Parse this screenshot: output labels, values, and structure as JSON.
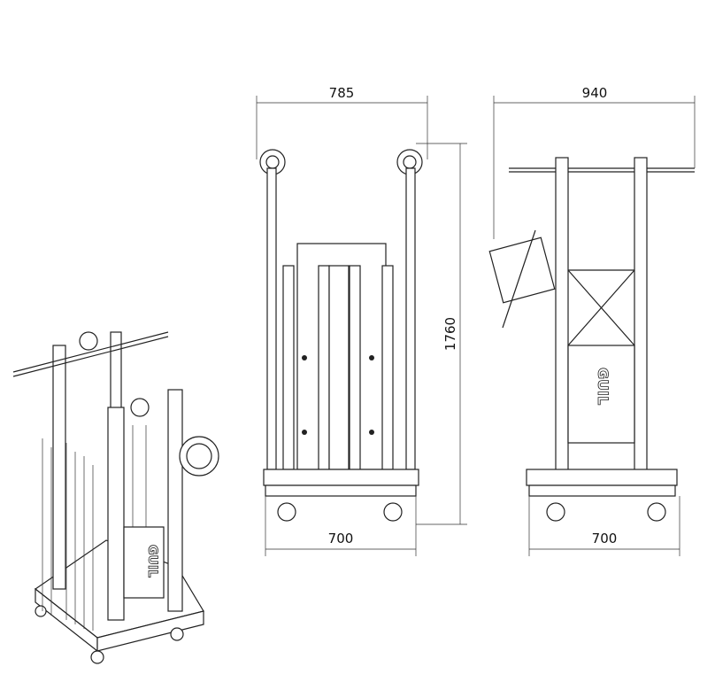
{
  "dimensions": {
    "front_width": "785",
    "side_width": "940",
    "height": "1760",
    "front_base": "700",
    "side_base": "700"
  },
  "logo_text": "GUIL",
  "colors": {
    "line": "#222222",
    "background": "#ffffff"
  }
}
